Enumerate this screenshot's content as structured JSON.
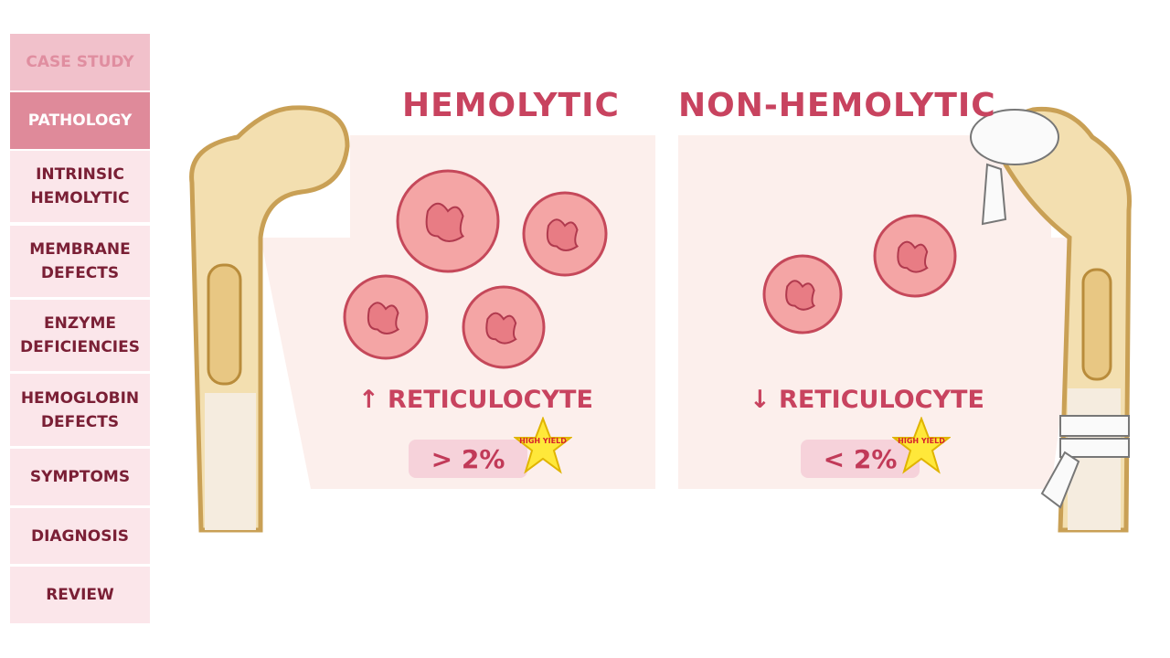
{
  "sidebar": {
    "items": [
      {
        "label": "CASE STUDY"
      },
      {
        "label": "PATHOLOGY"
      },
      {
        "label": "INTRINSIC HEMOLYTIC"
      },
      {
        "label": "MEMBRANE DEFECTS"
      },
      {
        "label": "ENZYME DEFICIENCIES"
      },
      {
        "label": "HEMOGLOBIN DEFECTS"
      },
      {
        "label": "SYMPTOMS"
      },
      {
        "label": "DIAGNOSIS"
      },
      {
        "label": "REVIEW"
      }
    ],
    "active": "PATHOLOGY"
  },
  "left_panel": {
    "title": "HEMOLYTIC",
    "arrow": "↑",
    "label": "RETICULOCYTE",
    "value": "> 2%",
    "badge": "HIGH YIELD"
  },
  "right_panel": {
    "title": "NON-HEMOLYTIC",
    "arrow": "↓",
    "label": "RETICULOCYTE",
    "value": "< 2%",
    "badge": "HIGH YIELD"
  },
  "colors": {
    "accent": "#c8435f",
    "panel": "#fcefec",
    "cell": "#f19a9a",
    "star": "#ffe83a"
  }
}
